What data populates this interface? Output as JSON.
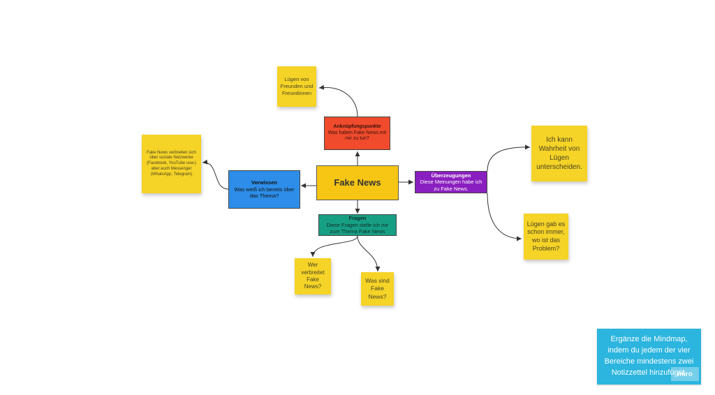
{
  "center": {
    "title": "Fake News",
    "color": "#f7c614"
  },
  "branches": {
    "ankn": {
      "title": "Anknüpfungspunkte",
      "subtitle": "Was haben Fake News mit mir zu tun?",
      "color": "#ef4b2c"
    },
    "vorwissen": {
      "title": "Vorwissen",
      "subtitle": "Was weiß ich bereits über das Thema?",
      "color": "#2d8de8"
    },
    "ueberz": {
      "title": "Überzeugungen",
      "subtitle": "Diese Meinungen habe ich zu Fake News.",
      "color": "#8a1fbf"
    },
    "fragen": {
      "title": "Fragen",
      "subtitle": "Diese Fragen stelle ich mir zum Thema Fake News",
      "color": "#179f84"
    }
  },
  "notes": {
    "luegen_freunde": "Lügen von Freunden und Freundinnen",
    "soziale_netzwerke": "Fake News verbreiten sich über soziale Netzwerke (Facebook, YouTube usw.) aber auch Messenger (WhatsApp, Telegram)",
    "wahrheit": "Ich kann Wahrheit von Lügen unterscheiden.",
    "luegen_immer": "Lügen gab es schon immer, wo ist das Problem?",
    "wer_verbreitet": "Wer verbreitet Fake News?",
    "was_sind": "Was sind Fake News?"
  },
  "note_color": "#f5d327",
  "task": {
    "text": "Ergänze die Mindmap, indem du jedem der vier Bereiche mindestens zwei Notizzettel hinzufügst.",
    "color": "#2bb5df"
  },
  "watermark": "miro"
}
